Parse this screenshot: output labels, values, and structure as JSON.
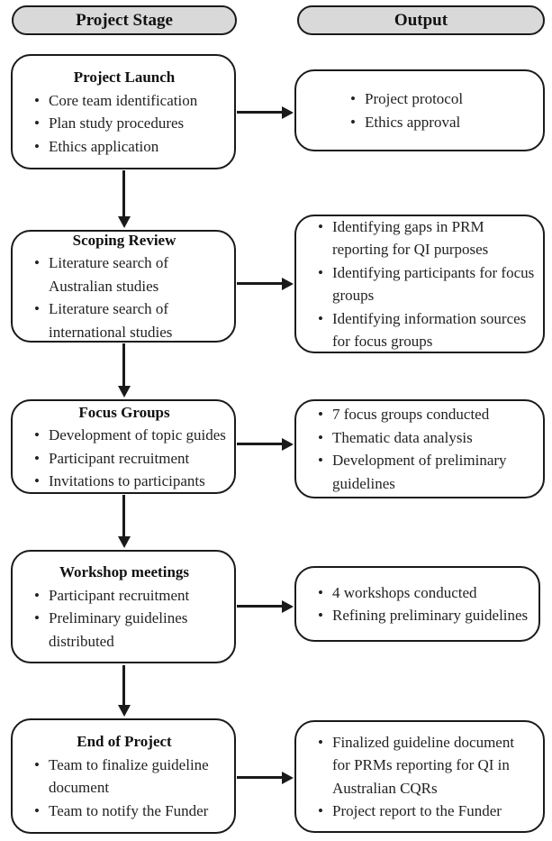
{
  "headers": {
    "stage": "Project Stage",
    "output": "Output"
  },
  "colors": {
    "header_fill": "#d9d9d9",
    "border": "#1a1a1a",
    "text": "#222222",
    "background": "#ffffff"
  },
  "rows": [
    {
      "stage": {
        "title": "Project Launch",
        "bullets": [
          "Core team identification",
          "Plan study procedures",
          "Ethics application"
        ]
      },
      "output": {
        "bullets": [
          "Project protocol",
          "Ethics approval"
        ]
      }
    },
    {
      "stage": {
        "title": "Scoping Review",
        "bullets": [
          "Literature search of Australian studies",
          "Literature search of international studies"
        ]
      },
      "output": {
        "bullets": [
          "Identifying gaps in PRM reporting for QI purposes",
          "Identifying participants for focus groups",
          "Identifying information sources for focus groups"
        ]
      }
    },
    {
      "stage": {
        "title": "Focus Groups",
        "bullets": [
          "Development of topic guides",
          "Participant recruitment",
          "Invitations to participants"
        ]
      },
      "output": {
        "bullets": [
          "7 focus groups conducted",
          "Thematic data analysis",
          "Development of preliminary guidelines"
        ]
      }
    },
    {
      "stage": {
        "title": "Workshop meetings",
        "bullets": [
          "Participant recruitment",
          "Preliminary guidelines distributed"
        ]
      },
      "output": {
        "bullets": [
          "4 workshops conducted",
          "Refining preliminary guidelines"
        ]
      }
    },
    {
      "stage": {
        "title": "End of Project",
        "bullets": [
          "Team to finalize guideline document",
          "Team to notify the Funder"
        ]
      },
      "output": {
        "bullets": [
          "Finalized guideline document for PRMs reporting for QI in Australian CQRs",
          "Project report to the Funder"
        ]
      }
    }
  ]
}
